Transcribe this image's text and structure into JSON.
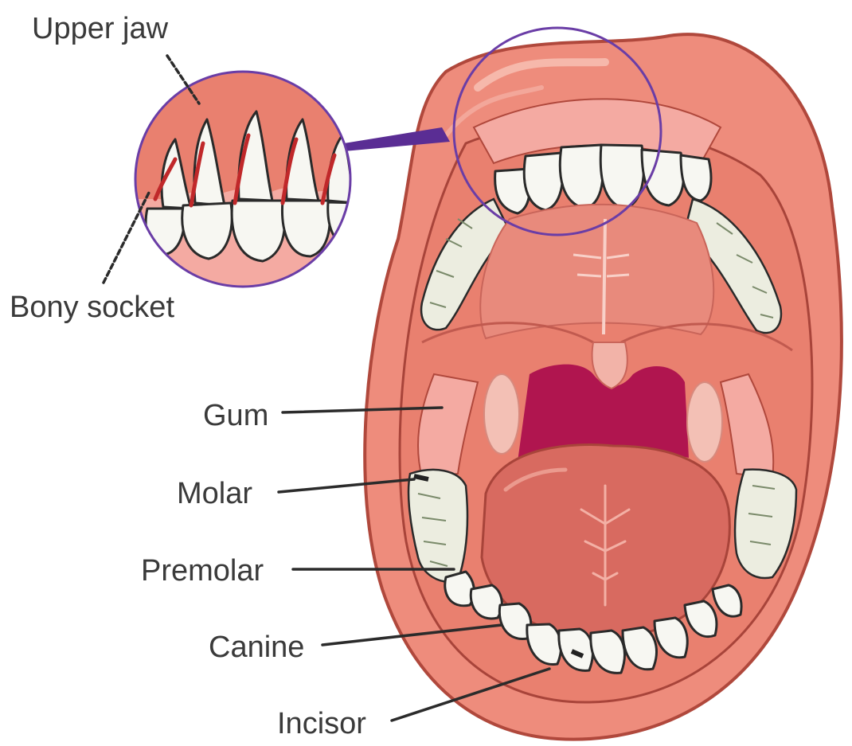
{
  "labels": {
    "upper_jaw": "Upper jaw",
    "bony_socket": "Bony socket",
    "gum": "Gum",
    "molar": "Molar",
    "premolar": "Premolar",
    "canine": "Canine",
    "incisor": "Incisor"
  },
  "colors": {
    "lip": "#ee8c7c",
    "lip_outline": "#b0483c",
    "mouth_interior": "#e9806f",
    "gum": "#f4aaa2",
    "throat": "#b0154f",
    "tongue": "#d86a60",
    "tooth": "#f7f7f2",
    "magnifier_ring": "#6a3da6",
    "label_text": "#3a3a3a"
  }
}
